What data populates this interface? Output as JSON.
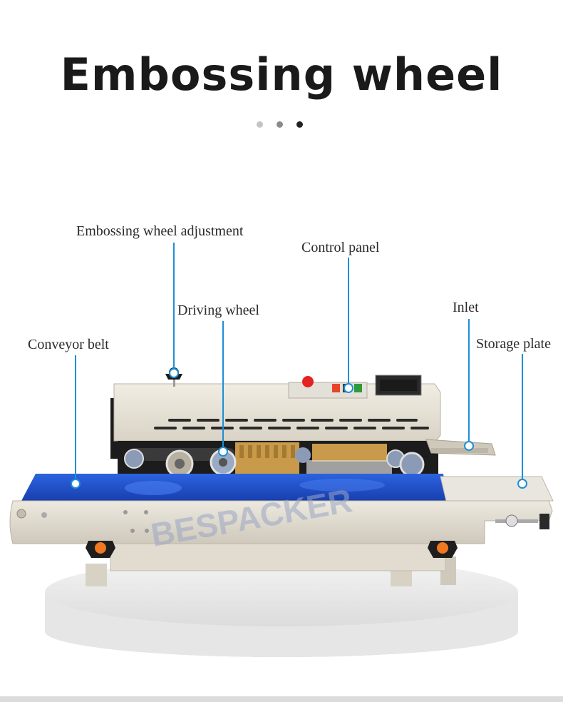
{
  "title": "Embossing wheel",
  "carousel": {
    "dots": 3,
    "active_index": 2
  },
  "labels": {
    "embossing_wheel_adjustment": "Embossing wheel adjustment",
    "control_panel": "Control panel",
    "driving_wheel": "Driving wheel",
    "inlet": "Inlet",
    "conveyor_belt": "Conveyor belt",
    "storage_plate": "Storage plate"
  },
  "watermark": "BESPACKER",
  "colors": {
    "accent": "#1e8fd6",
    "belt": "#1f4fc9",
    "knob": "#f07820",
    "stop_button": "#e52222"
  }
}
